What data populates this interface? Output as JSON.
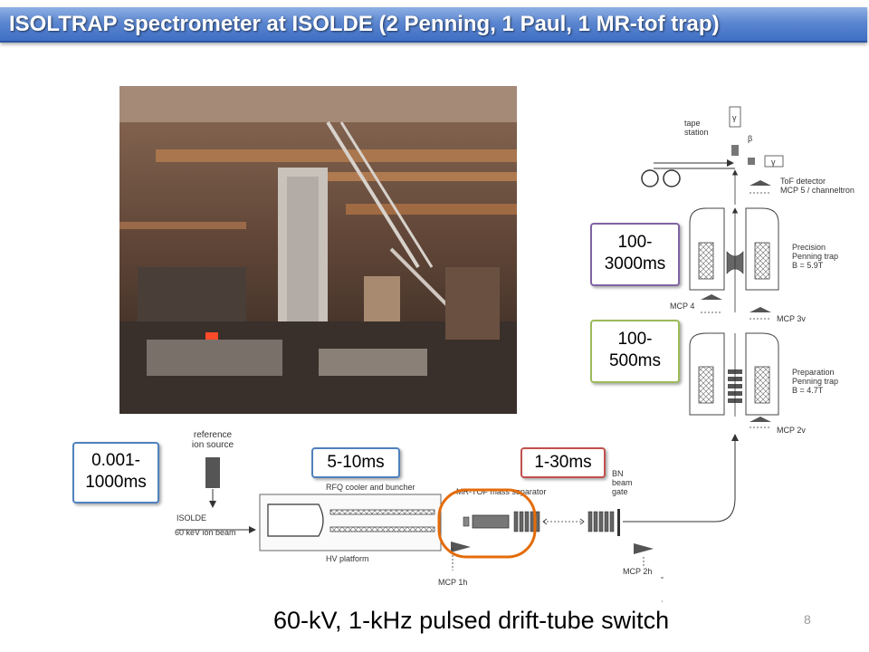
{
  "title": "ISOLTRAP spectrometer at ISOLDE (2 Penning, 1 Paul, 1 MR-tof trap)",
  "footer": "60-kV, 1-kHz pulsed drift-tube switch",
  "page_number": "8",
  "timings": {
    "isolde": "0.001-\n1000ms",
    "rfq": "5-10ms",
    "mrtof": "1-30ms",
    "precision": "100-\n3000ms",
    "preparation": "100-\n500ms"
  },
  "labels": {
    "reference_ion_source": "reference\nion source",
    "isolde": "ISOLDE",
    "ion_beam": "60 keV ion beam",
    "rfq": "RFQ cooler and buncher",
    "hv_platform": "HV platform",
    "mrtof": "MR-TOF mass separator",
    "mcp_1h": "MCP 1h",
    "bn_gate": "BN\nbeam\ngate",
    "mcp_2h": "MCP 2h",
    "mcp_2v": "MCP 2v",
    "preparation_trap": "Preparation\nPenning trap\nB = 4.7T",
    "mcp_3v": "MCP 3v",
    "mcp_4": "MCP 4",
    "precision_trap": "Precision\nPenning trap\nB = 5.9T",
    "tof_detector": "ToF detector\nMCP 5 / channeltron",
    "tape_station": "tape\nstation",
    "gamma_top": "γ",
    "beta": "β",
    "gamma_side": "γ"
  },
  "colors": {
    "title_bg": "#4a78c8",
    "box_blue": "#4f81bd",
    "box_red": "#c0504d",
    "box_purple": "#8064a2",
    "box_green": "#9bbb59",
    "highlight_ring": "#e46c0a"
  }
}
